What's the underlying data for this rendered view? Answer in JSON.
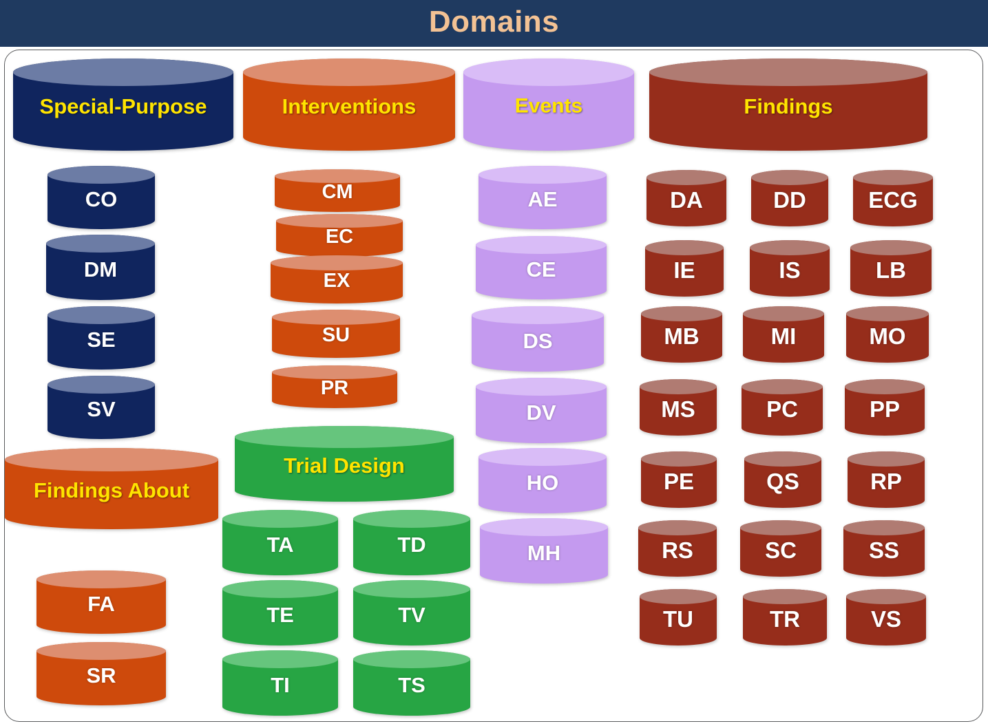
{
  "header": {
    "title": "Domains",
    "bar_color": "#1f3a60",
    "title_color": "#f3c294"
  },
  "palette": {
    "special_purpose_body": "#10255e",
    "special_purpose_top": "#6c7ca5",
    "interventions_body": "#ce4a0c",
    "interventions_top": "#dd8e70",
    "events_body": "#c49aef",
    "events_top": "#d9bcf7",
    "findings_body": "#962d1b",
    "findings_top": "#b07b72",
    "findings_about_body": "#ce4a0c",
    "findings_about_top": "#dd8e70",
    "trial_design_body": "#27a544",
    "trial_design_top": "#66c57d",
    "header_label_color": "#ffe400",
    "item_label_color": "#ffffff",
    "panel_border": "#58595b"
  },
  "groups": [
    {
      "id": "special-purpose",
      "header_label": "Special-Purpose",
      "items": [
        "CO",
        "DM",
        "SE",
        "SV"
      ]
    },
    {
      "id": "interventions",
      "header_label": "Interventions",
      "items": [
        "CM",
        "EC",
        "EX",
        "SU",
        "PR"
      ]
    },
    {
      "id": "events",
      "header_label": "Events",
      "items": [
        "AE",
        "CE",
        "DS",
        "DV",
        "HO",
        "MH"
      ]
    },
    {
      "id": "findings",
      "header_label": "Findings",
      "items": [
        "DA",
        "DD",
        "ECG",
        "IE",
        "IS",
        "LB",
        "MB",
        "MI",
        "MO",
        "MS",
        "PC",
        "PP",
        "PE",
        "QS",
        "RP",
        "RS",
        "SC",
        "SS",
        "TU",
        "TR",
        "VS"
      ]
    },
    {
      "id": "findings-about",
      "header_label": "Findings About",
      "items": [
        "FA",
        "SR"
      ]
    },
    {
      "id": "trial-design",
      "header_label": "Trial Design",
      "items": [
        "TA",
        "TD",
        "TE",
        "TV",
        "TI",
        "TS"
      ]
    }
  ]
}
